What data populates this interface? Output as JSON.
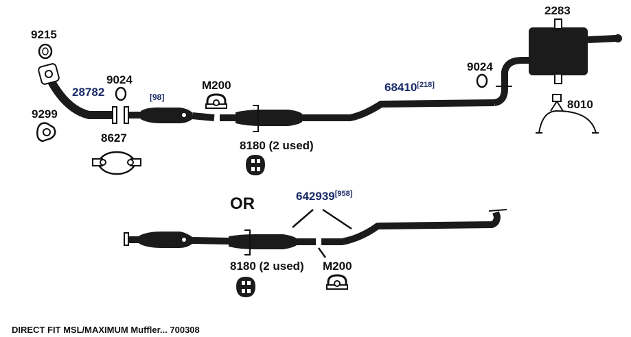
{
  "labels": {
    "p9215": "9215",
    "p9024_a": "9024",
    "p28782": "28782",
    "p98": "[98]",
    "p9299": "9299",
    "p8627": "8627",
    "pM200_top": "M200",
    "p8180_top": "8180 (2 used)",
    "p68410": "68410",
    "p218": "[218]",
    "p9024_b": "9024",
    "p2283": "2283",
    "p8010": "8010",
    "or": "OR",
    "p642939": "642939",
    "p958": "[958]",
    "p8180_bottom": "8180 (2 used)",
    "pM200_bottom": "M200"
  },
  "footer": {
    "caption": "DIRECT FIT MSL/MAXIMUM Muffler... 700308"
  },
  "colors": {
    "pipe": "#1b1b1b",
    "part_number_blue": "#1a2a66",
    "label": "#111111"
  }
}
